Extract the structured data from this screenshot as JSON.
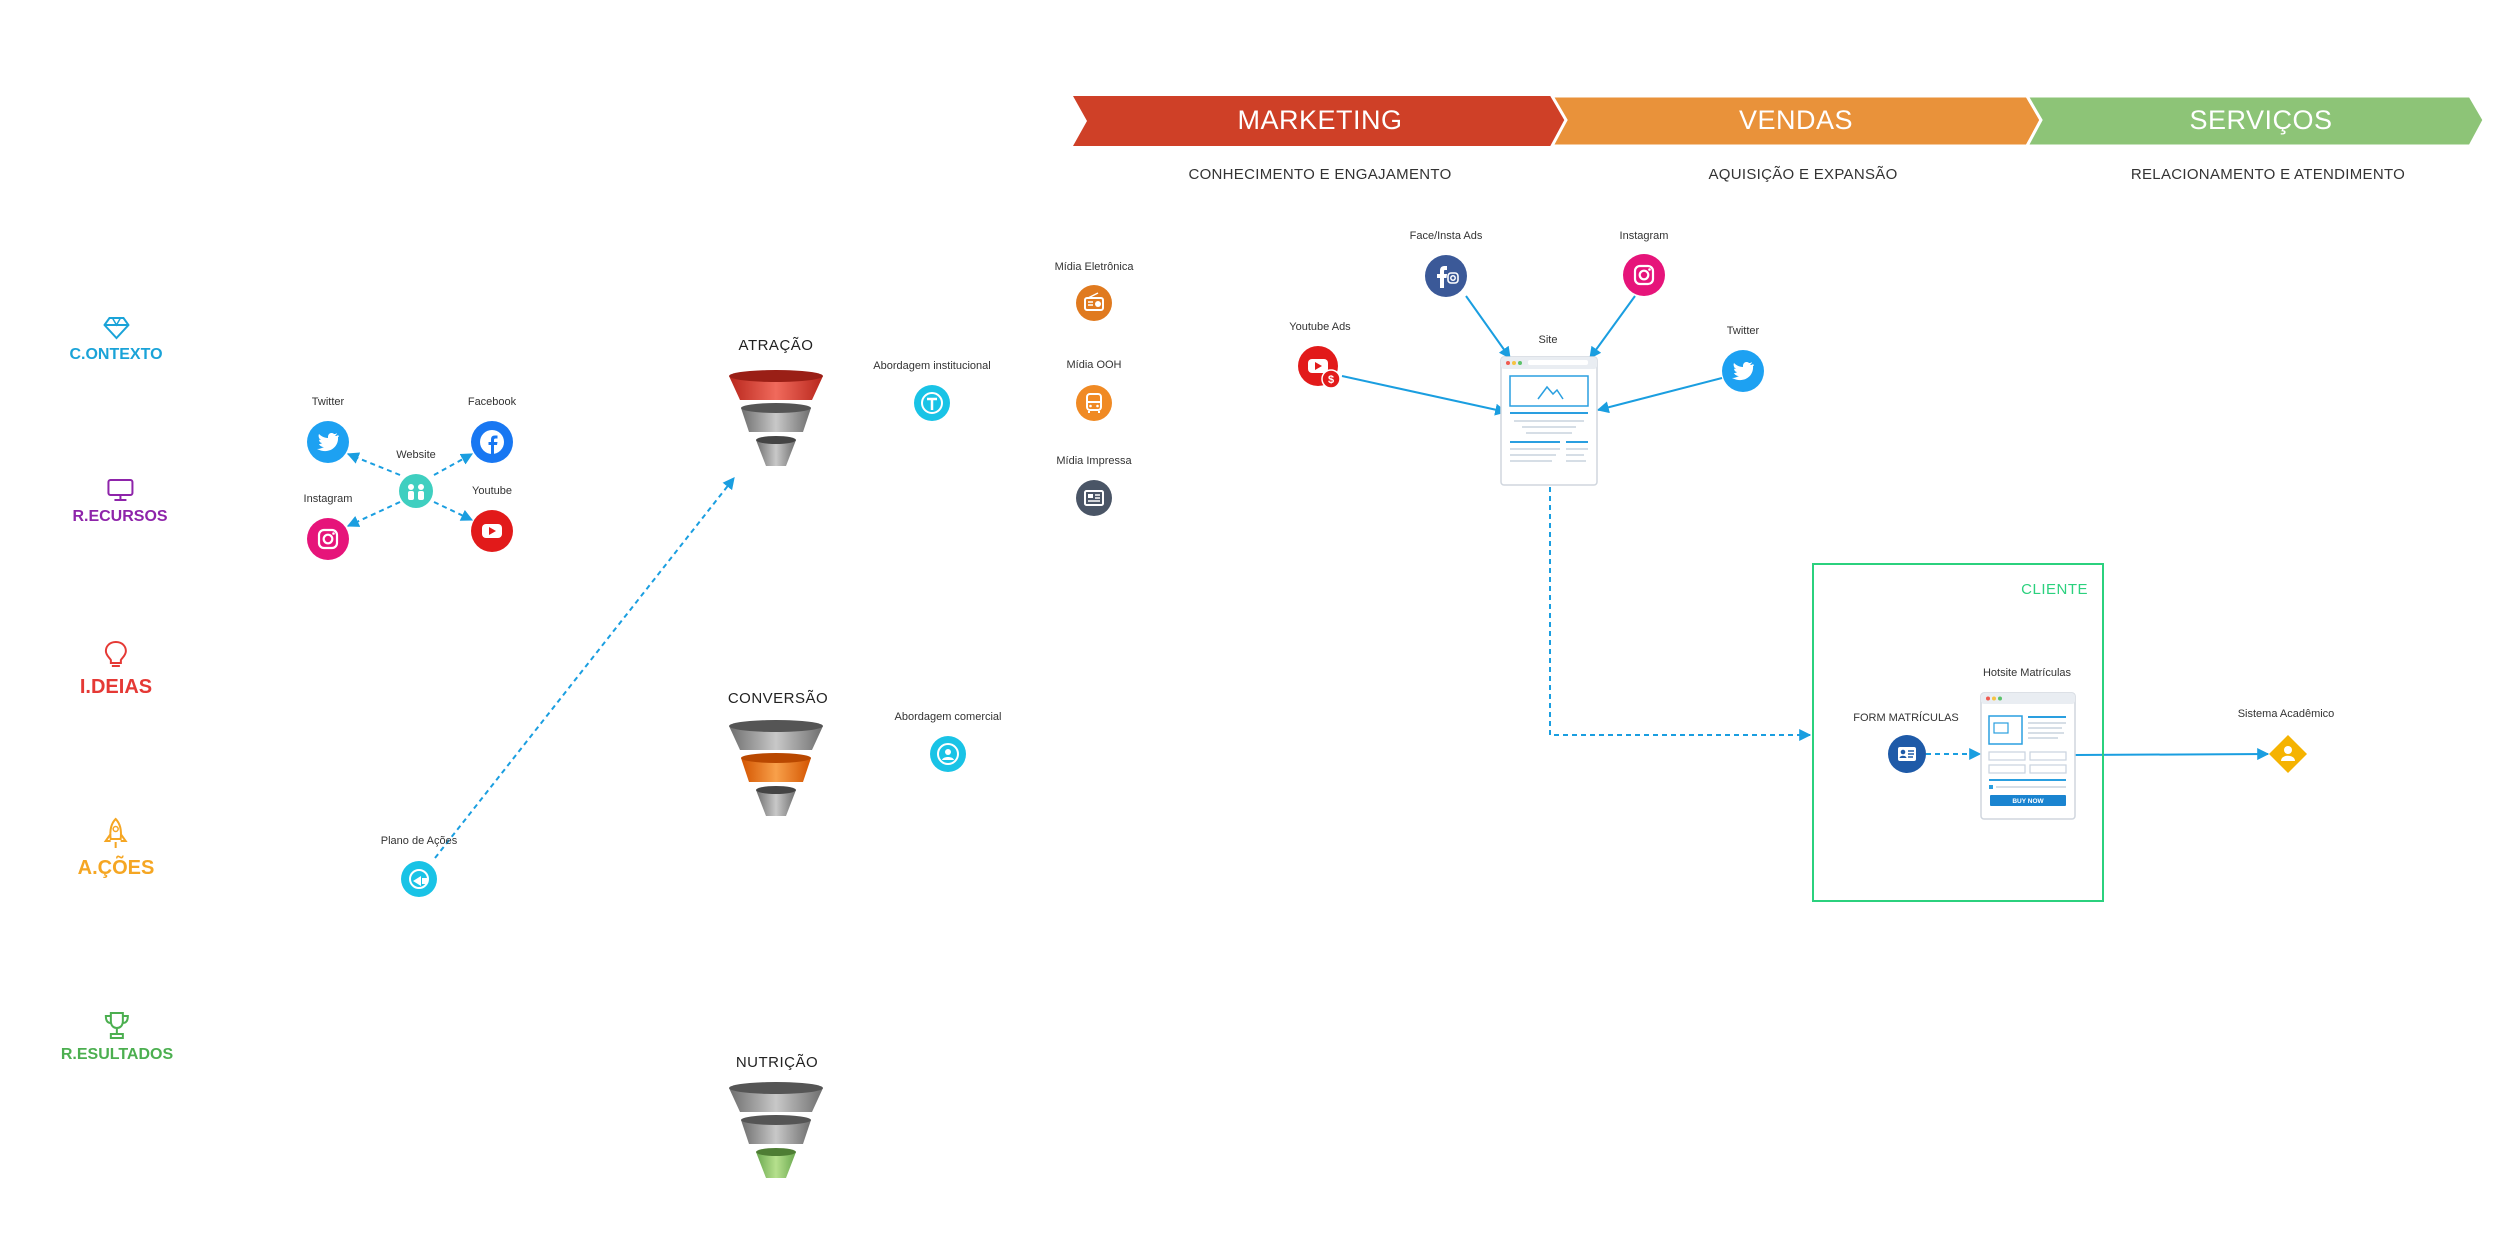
{
  "banner": {
    "stages": [
      {
        "label": "MARKETING",
        "subtitle": "CONHECIMENTO E ENGAJAMENTO",
        "color": "#cf4027"
      },
      {
        "label": "VENDAS",
        "subtitle": "AQUISIÇÃO E EXPANSÃO",
        "color": "#e9923a"
      },
      {
        "label": "SERVIÇOS",
        "subtitle": "RELACIONAMENTO E ATENDIMENTO",
        "color": "#8dc477"
      }
    ]
  },
  "sidebar": {
    "contexto": {
      "label": "C.ONTEXTO",
      "color": "#1aa3d8",
      "icon": "diamond-icon"
    },
    "recursos": {
      "label": "R.ECURSOS",
      "color": "#8e24aa",
      "icon": "monitor-icon"
    },
    "ideias": {
      "label": "I.DEIAS",
      "color": "#e53935",
      "icon": "lightbulb-icon"
    },
    "acoes": {
      "label": "A.ÇÕES",
      "color": "#f5a623",
      "icon": "rocket-icon"
    },
    "resultados": {
      "label": "R.ESULTADOS",
      "color": "#4caf50",
      "icon": "trophy-icon"
    }
  },
  "social_cluster": {
    "twitter": "Twitter",
    "facebook": "Facebook",
    "website": "Website",
    "instagram": "Instagram",
    "youtube": "Youtube"
  },
  "plano": {
    "label": "Plano de Ações"
  },
  "funnels": {
    "atracao": "ATRAÇÃO",
    "conversao": "CONVERSÃO",
    "nutricao": "NUTRIÇÃO"
  },
  "approaches": {
    "institucional": "Abordagem institucional",
    "comercial": "Abordagem comercial"
  },
  "media": {
    "eletronica": "Mídia Eletrônica",
    "ooh": "Mídia OOH",
    "impressa": "Mídia Impressa"
  },
  "marketing_flow": {
    "face_insta_ads": "Face/Insta Ads",
    "instagram": "Instagram",
    "youtube_ads": "Youtube Ads",
    "site": "Site",
    "twitter": "Twitter"
  },
  "cliente": {
    "title": "CLIENTE",
    "form": "FORM MATRÍCULAS",
    "hotsite": "Hotsite Matrículas",
    "buy_now": "BUY NOW"
  },
  "sistema": {
    "label": "Sistema Acadêmico"
  },
  "colors": {
    "arrow": "#1a9ee0",
    "twitter": "#1da1f2",
    "facebook": "#1877f2",
    "instagram": "#e6147a",
    "youtube": "#e21a1a",
    "website": "#3fcfc0",
    "cyan": "#19c3e6",
    "orange": "#e07a1f",
    "dark": "#4a5566",
    "navy": "#3b5998",
    "form": "#1e5aa8",
    "sistema": "#f5b301",
    "cliente_border": "#2bd17e"
  }
}
